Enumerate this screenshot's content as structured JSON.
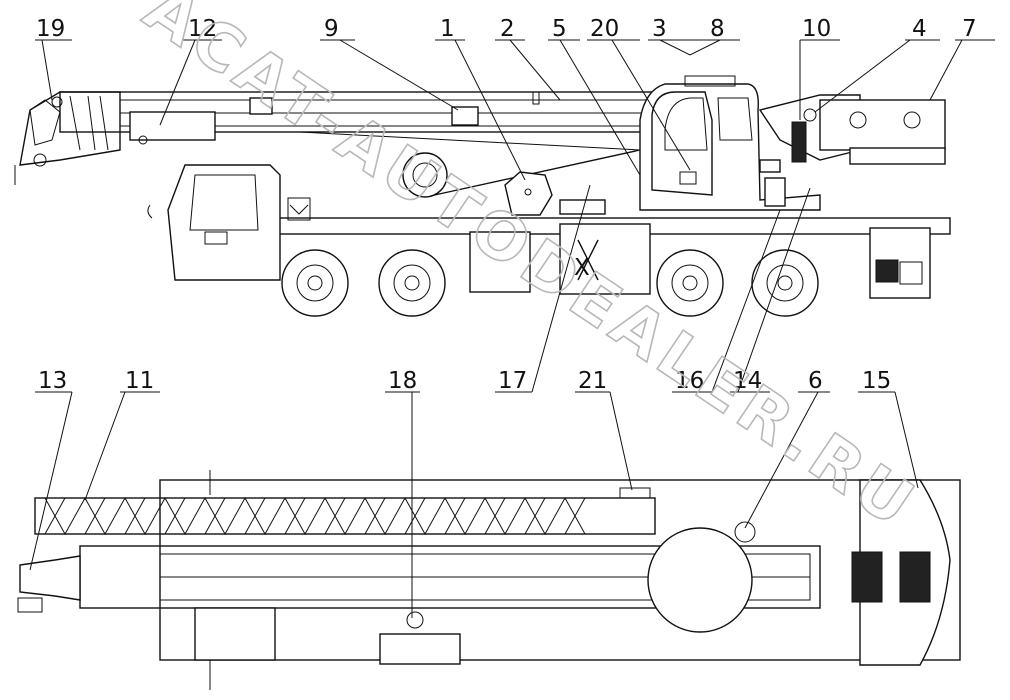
{
  "watermark": {
    "text": "ACAT-AUTODEALER.RU"
  },
  "callouts": {
    "c1": "1",
    "c2": "2",
    "c3": "3",
    "c4": "4",
    "c5": "5",
    "c6": "6",
    "c7": "7",
    "c8": "8",
    "c9": "9",
    "c10": "10",
    "c11": "11",
    "c12": "12",
    "c13": "13",
    "c14": "14",
    "c15": "15",
    "c16": "16",
    "c17": "17",
    "c18": "18",
    "c19": "19",
    "c20": "20",
    "c21": "21"
  },
  "marks": {
    "carrier_door_letter": "X"
  },
  "icons": {
    "logo": "xcmg-logo-icon"
  }
}
